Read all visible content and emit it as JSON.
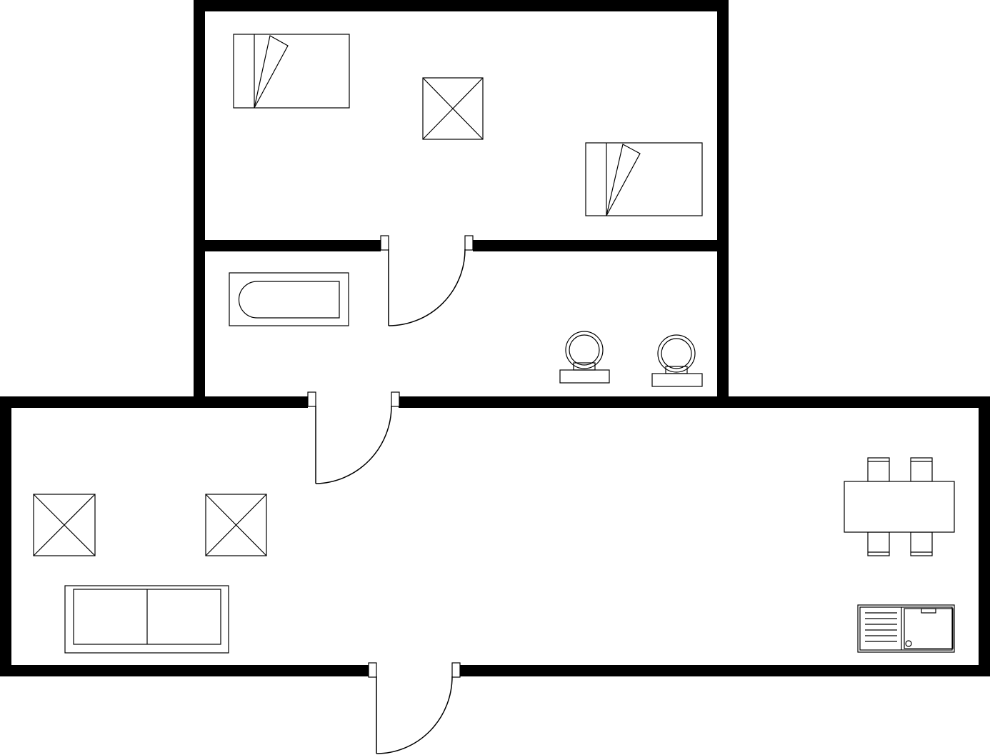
{
  "diagram": {
    "kind": "floor-plan",
    "colors": {
      "wall": "#000000",
      "background": "#ffffff",
      "line": "#000000"
    },
    "rooms": [
      {
        "id": "bedroom",
        "furniture": [
          "single-bed",
          "single-bed",
          "lamp"
        ]
      },
      {
        "id": "bathroom",
        "furniture": [
          "bathtub",
          "toilet",
          "toilet"
        ]
      },
      {
        "id": "living-kitchen",
        "furniture": [
          "lamp",
          "lamp",
          "sofa",
          "dining-table",
          "chair",
          "chair",
          "chair",
          "chair",
          "stove"
        ]
      }
    ],
    "doors": [
      {
        "id": "bedroom-bathroom-door",
        "connects": [
          "bedroom",
          "bathroom"
        ]
      },
      {
        "id": "bathroom-living-door",
        "connects": [
          "bathroom",
          "living-kitchen"
        ]
      },
      {
        "id": "main-entrance-door",
        "connects": [
          "living-kitchen",
          "outside"
        ]
      }
    ],
    "icons": [
      "bed-icon",
      "lamp-icon",
      "bathtub-icon",
      "toilet-icon",
      "sofa-icon",
      "dining-table-icon",
      "chair-icon",
      "stove-icon",
      "door-icon"
    ]
  }
}
